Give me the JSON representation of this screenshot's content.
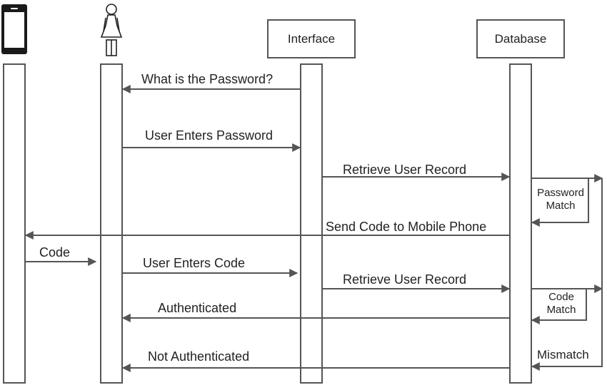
{
  "participants": {
    "interface": "Interface",
    "database": "Database"
  },
  "icons": {
    "phone": "mobile-phone-icon",
    "user": "user-person-icon"
  },
  "messages": {
    "ask_password": "What is the Password?",
    "user_enters_password": "User Enters Password",
    "retrieve_user_record_1": "Retrieve User Record",
    "send_code": "Send Code to Mobile Phone",
    "code": "Code",
    "user_enters_code": "User Enters Code",
    "retrieve_user_record_2": "Retrieve User Record",
    "authenticated": "Authenticated",
    "not_authenticated": "Not Authenticated"
  },
  "self_messages": {
    "password_match": [
      "Password",
      "Match"
    ],
    "code_match": [
      "Code",
      "Match"
    ],
    "mismatch": "Mismatch"
  },
  "colors": {
    "line": "#555555",
    "text": "#222222",
    "phone": "#1a1a1a"
  }
}
